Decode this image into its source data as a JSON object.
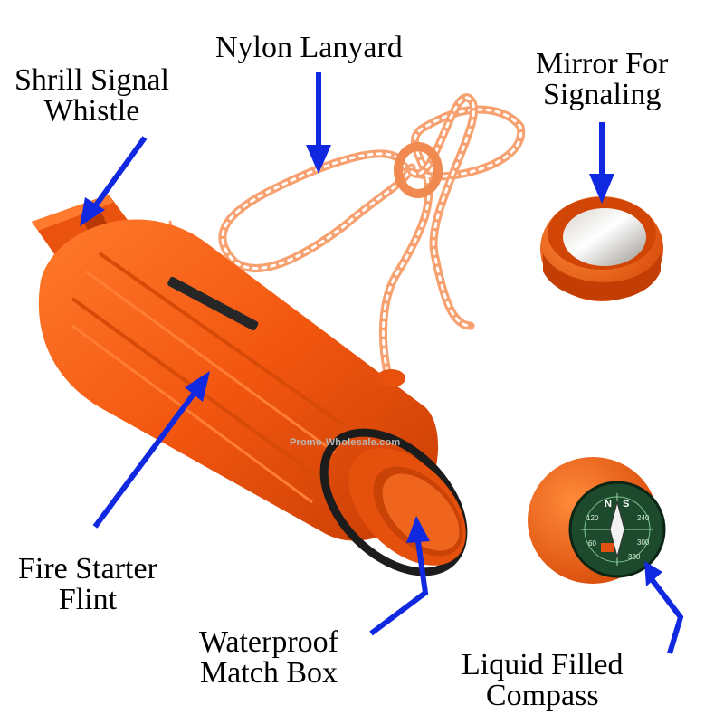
{
  "labels": {
    "whistle": [
      "Shrill Signal",
      "Whistle"
    ],
    "lanyard": [
      "Nylon Lanyard"
    ],
    "mirror": [
      "Mirror For",
      "Signaling"
    ],
    "flint": [
      "Fire Starter",
      "Flint"
    ],
    "matchbox": [
      "Waterproof",
      "Match Box"
    ],
    "compass": [
      "Liquid Filled",
      "Compass"
    ]
  },
  "watermark": "Promo-Wholesale.com",
  "compass_marks": {
    "letters": [
      "S",
      "N"
    ],
    "numbers": [
      "120",
      "240",
      "300",
      "60",
      "330"
    ]
  },
  "colors": {
    "product": "#f2560f",
    "product_dark": "#c63d05",
    "arrow": "#1029e0",
    "flint": "#262626",
    "oring": "#1c1c1c",
    "compass_face": "#1d4a2c"
  }
}
